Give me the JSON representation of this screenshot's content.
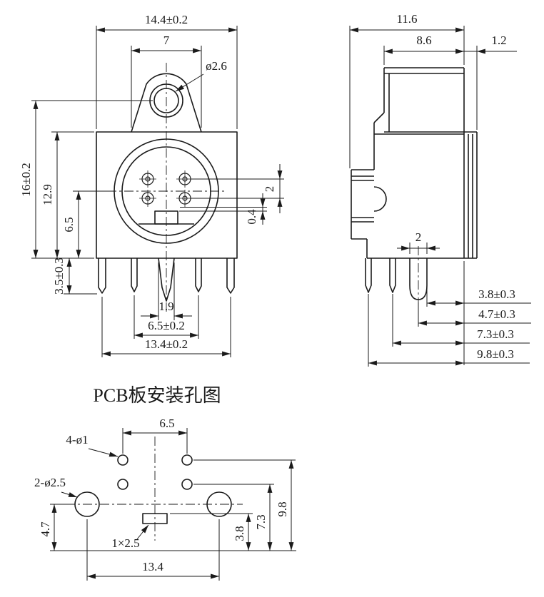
{
  "views": {
    "front": {
      "dim_width_total": "14.4±0.2",
      "dim_ear_width": "7",
      "dim_hole": "ø2.6",
      "dim_height_total": "16±0.2",
      "dim_height_body": "12.9",
      "dim_center_to_bottom": "6.5",
      "dim_pin_length": "3.5±0.3",
      "dim_pin_row_pitch": "2",
      "dim_key_offset": "0.4",
      "dim_pin_width": "1.9",
      "dim_pin_span": "6.5±0.2",
      "dim_leg_span": "13.4±0.2"
    },
    "side": {
      "dim_depth_total": "11.6",
      "dim_depth_body": "8.6",
      "dim_flange": "1.2",
      "dim_pin_pitch": "2",
      "dim_pin1": "3.8±0.3",
      "dim_pin2": "4.7±0.3",
      "dim_pin3": "7.3±0.3",
      "dim_pin4": "9.8±0.3"
    },
    "pcb": {
      "title": "PCB板安装孔图",
      "dim_hole_cols": "6.5",
      "label_small_holes": "4-ø1",
      "label_big_holes": "2-ø2.5",
      "dim_big_hole_row": "4.7",
      "label_slot": "1×2.5",
      "dim_slot_row": "3.8",
      "dim_row2": "7.3",
      "dim_row1": "9.8",
      "dim_width": "13.4"
    }
  },
  "colors": {
    "line": "#1a1a1a",
    "background": "#ffffff"
  }
}
